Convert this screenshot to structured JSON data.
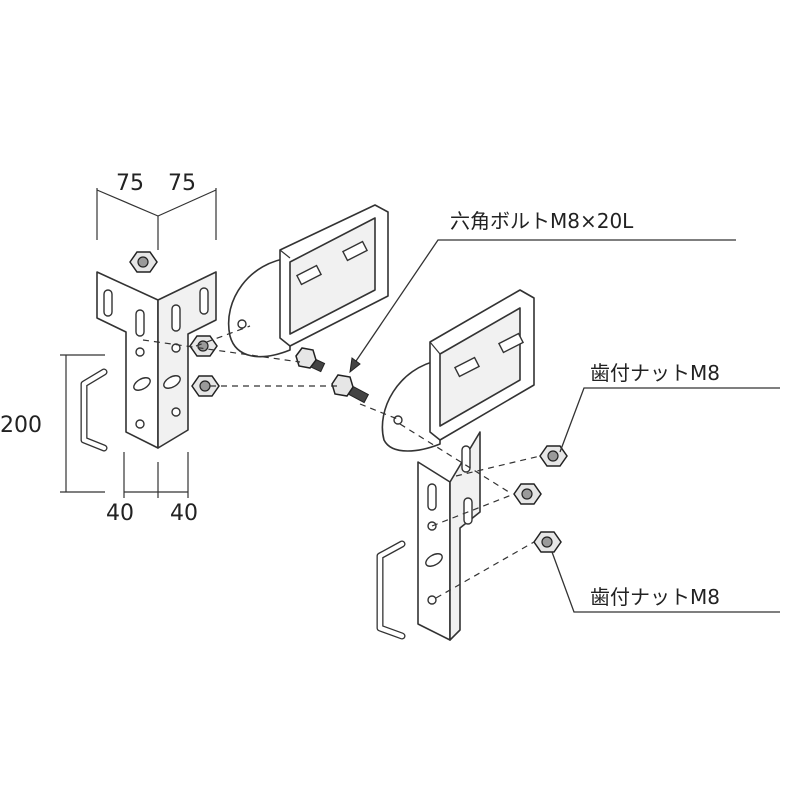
{
  "dimensions": {
    "top_left": "75",
    "top_right": "75",
    "height": "200",
    "bottom_left": "40",
    "bottom_right": "40"
  },
  "callouts": {
    "hex_bolt": "六角ボルトM8×20L",
    "flange_nut_upper": "歯付ナットM8",
    "flange_nut_lower": "歯付ナットM8"
  }
}
